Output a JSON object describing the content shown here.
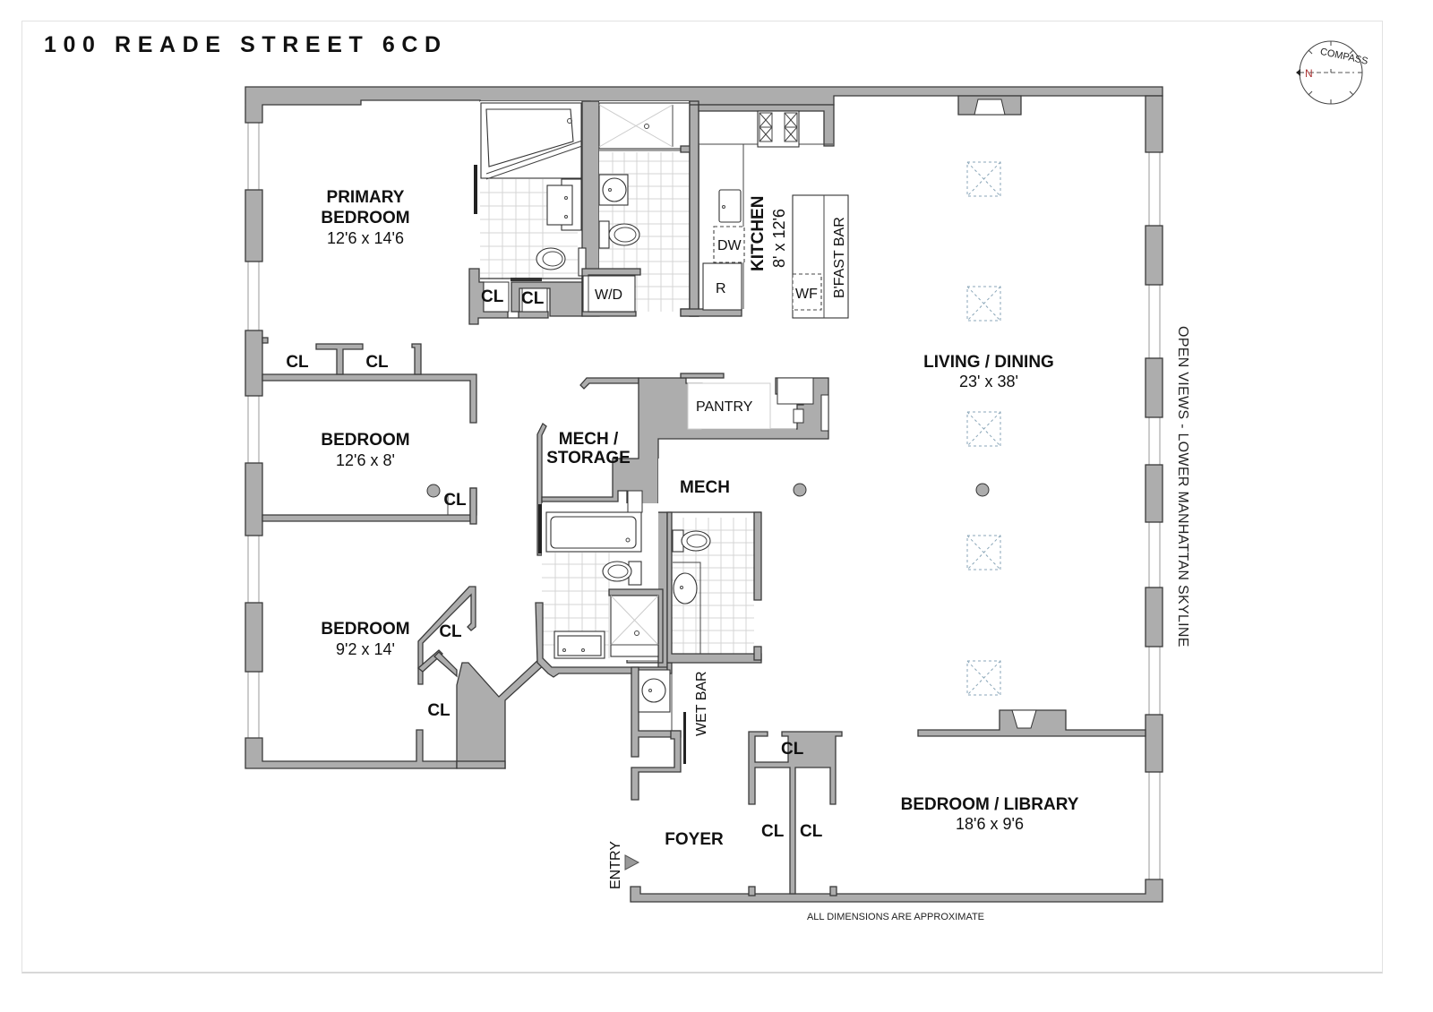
{
  "title": "100 READE STREET 6CD",
  "compass": {
    "label": "COMPASS",
    "north": "N"
  },
  "rooms": {
    "primary_bedroom": {
      "name_line1": "PRIMARY",
      "name_line2": "BEDROOM",
      "dims": "12'6 x 14'6"
    },
    "bedroom_2": {
      "name": "BEDROOM",
      "dims": "12'6 x 8'"
    },
    "bedroom_3": {
      "name": "BEDROOM",
      "dims": "9'2 x 14'"
    },
    "kitchen": {
      "name": "KITCHEN",
      "dims": "8' x 12'6"
    },
    "living_dining": {
      "name": "LIVING / DINING",
      "dims": "23' x 38'"
    },
    "bedroom_library": {
      "name": "BEDROOM / LIBRARY",
      "dims": "18'6 x 9'6"
    },
    "mech_storage": {
      "name_line1": "MECH /",
      "name_line2": "STORAGE"
    },
    "mech": {
      "name": "MECH"
    },
    "pantry": {
      "name": "PANTRY"
    },
    "foyer": {
      "name": "FOYER"
    }
  },
  "fixtures": {
    "closet": "CL",
    "washer_dryer": "W/D",
    "dishwasher": "DW",
    "refrigerator": "R",
    "wine_fridge": "WF",
    "breakfast_bar": "B'FAST BAR",
    "wet_bar": "WET BAR"
  },
  "entry_label": "ENTRY",
  "side_note": "OPEN VIEWS - LOWER MANHATTAN SKYLINE",
  "footer_note": "ALL DIMENSIONS ARE APPROXIMATE",
  "colors": {
    "wall": "#adadad",
    "outline": "#3a3a3a",
    "tile": "#d4d4d4",
    "text": "#111111"
  }
}
